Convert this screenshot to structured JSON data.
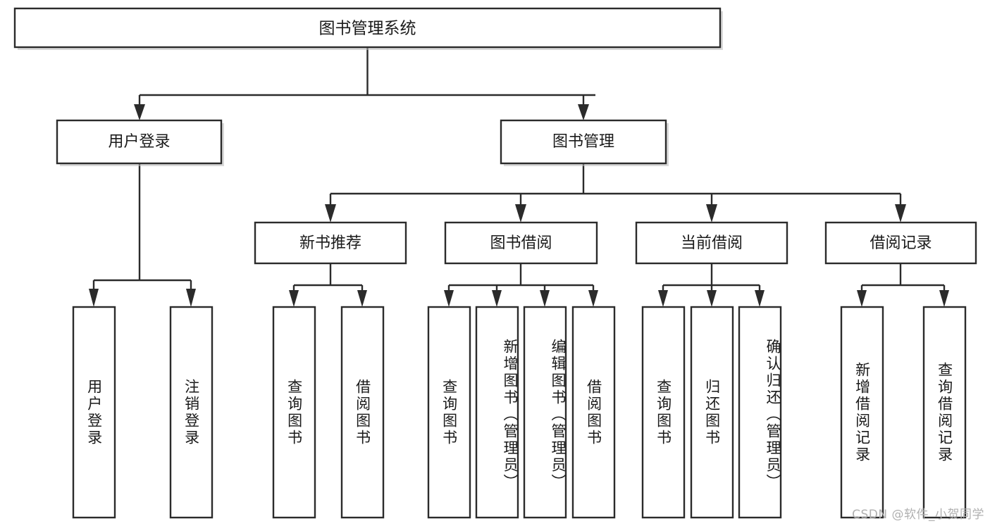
{
  "diagram": {
    "type": "tree",
    "title": "图书管理系统",
    "watermark": "CSDN @软件_小贺同学",
    "colors": {
      "background": "#ffffff",
      "box_stroke": "#2b2b2b",
      "box_fill": "#ffffff",
      "text": "#1a1a1a",
      "shadow": "#b9b9b9",
      "watermark": "#b0b0b0"
    },
    "root": {
      "label": "图书管理系统"
    },
    "level2": [
      {
        "label": "用户登录"
      },
      {
        "label": "图书管理"
      }
    ],
    "level3": [
      {
        "label": "新书推荐",
        "parent": "图书管理"
      },
      {
        "label": "图书借阅",
        "parent": "图书管理"
      },
      {
        "label": "当前借阅",
        "parent": "图书管理"
      },
      {
        "label": "借阅记录",
        "parent": "图书管理"
      }
    ],
    "leaves": [
      {
        "label": "用户登录",
        "parent": "用户登录"
      },
      {
        "label": "注销登录",
        "parent": "用户登录"
      },
      {
        "label": "查询图书",
        "parent": "新书推荐"
      },
      {
        "label": "借阅图书",
        "parent": "新书推荐"
      },
      {
        "label": "查询图书",
        "parent": "图书借阅"
      },
      {
        "label": "新增图书（管理员）",
        "parent": "图书借阅"
      },
      {
        "label": "编辑图书（管理员）",
        "parent": "图书借阅"
      },
      {
        "label": "借阅图书",
        "parent": "图书借阅"
      },
      {
        "label": "查询图书",
        "parent": "当前借阅"
      },
      {
        "label": "归还图书",
        "parent": "当前借阅"
      },
      {
        "label": "确认归还（管理员）",
        "parent": "当前借阅"
      },
      {
        "label": "新增借阅记录",
        "parent": "借阅记录"
      },
      {
        "label": "查询借阅记录",
        "parent": "借阅记录"
      }
    ]
  }
}
